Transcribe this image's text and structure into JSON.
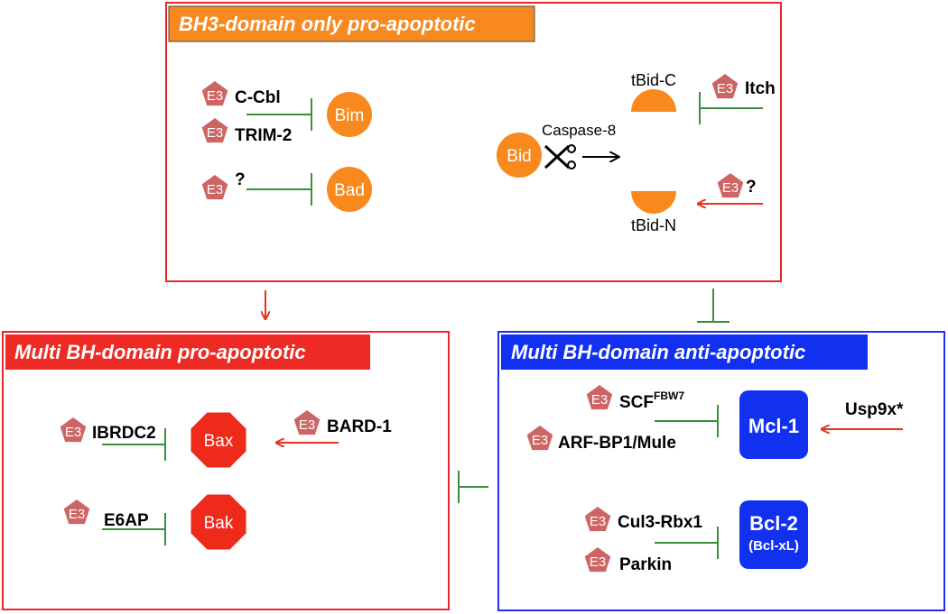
{
  "panels": {
    "bh3": {
      "title": "BH3-domain only pro-apoptotic",
      "proteins": {
        "bim": "Bim",
        "bad": "Bad",
        "bid": "Bid"
      },
      "ligases": {
        "cbl": "C-Cbl",
        "trim2": "TRIM-2",
        "bad_unknown": "?",
        "itch": "Itch",
        "tbidn_unknown": "?"
      },
      "caspase": "Caspase-8",
      "fragments": {
        "c": "tBid-C",
        "n": "tBid-N"
      }
    },
    "pro": {
      "title": "Multi BH-domain pro-apoptotic",
      "proteins": {
        "bax": "Bax",
        "bak": "Bak"
      },
      "ligases": {
        "ibrdc2": "IBRDC2",
        "bard1": "BARD-1",
        "e6ap": "E6AP"
      }
    },
    "anti": {
      "title": "Multi BH-domain anti-apoptotic",
      "proteins": {
        "mcl1": "Mcl-1",
        "bcl2": "Bcl-2",
        "bclxl": "(Bcl-xL)"
      },
      "ligases": {
        "scf": "SCF",
        "scf_sup": "FBW7",
        "arf": "ARF-BP1/Mule",
        "cul3": "Cul3-Rbx1",
        "parkin": "Parkin"
      },
      "dub": "Usp9x*"
    }
  },
  "e3_label": "E3",
  "colors": {
    "bh3_border": "#e8262b",
    "bh3_title_bg": "#f7891f",
    "orange": "#f7891f",
    "pro_border": "#e8262b",
    "pro_title_bg": "#ee2a24",
    "red_octagon": "#ee2a1b",
    "anti_border": "#1f2ff2",
    "anti_title_bg": "#1230f0",
    "blue_box": "#1230f0",
    "e3_fill": "#cd6565",
    "inhibit_green": "#3b8f3b",
    "arrow_red": "#e8341c"
  }
}
